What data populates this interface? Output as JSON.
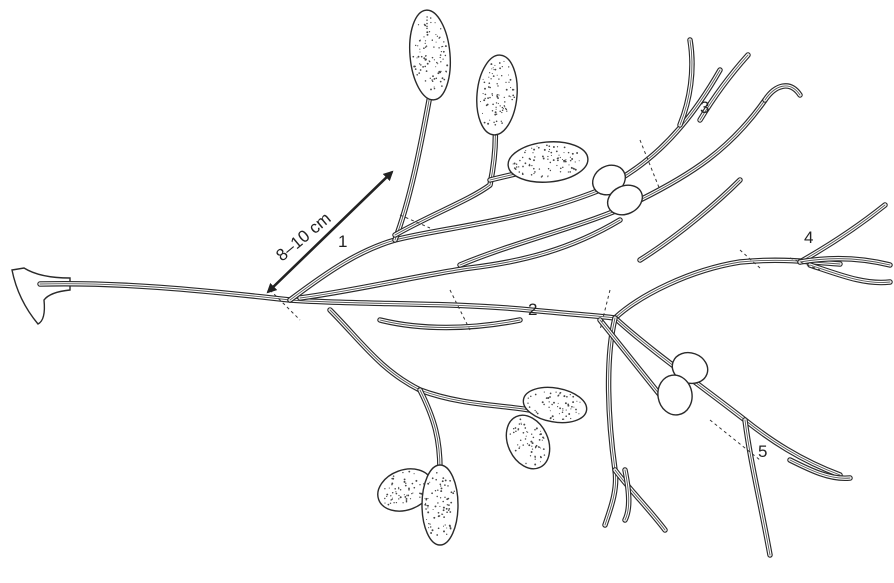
{
  "figure": {
    "scale_label": "8–10 cm",
    "node_labels": [
      "1",
      "2",
      "3",
      "4",
      "5"
    ]
  }
}
